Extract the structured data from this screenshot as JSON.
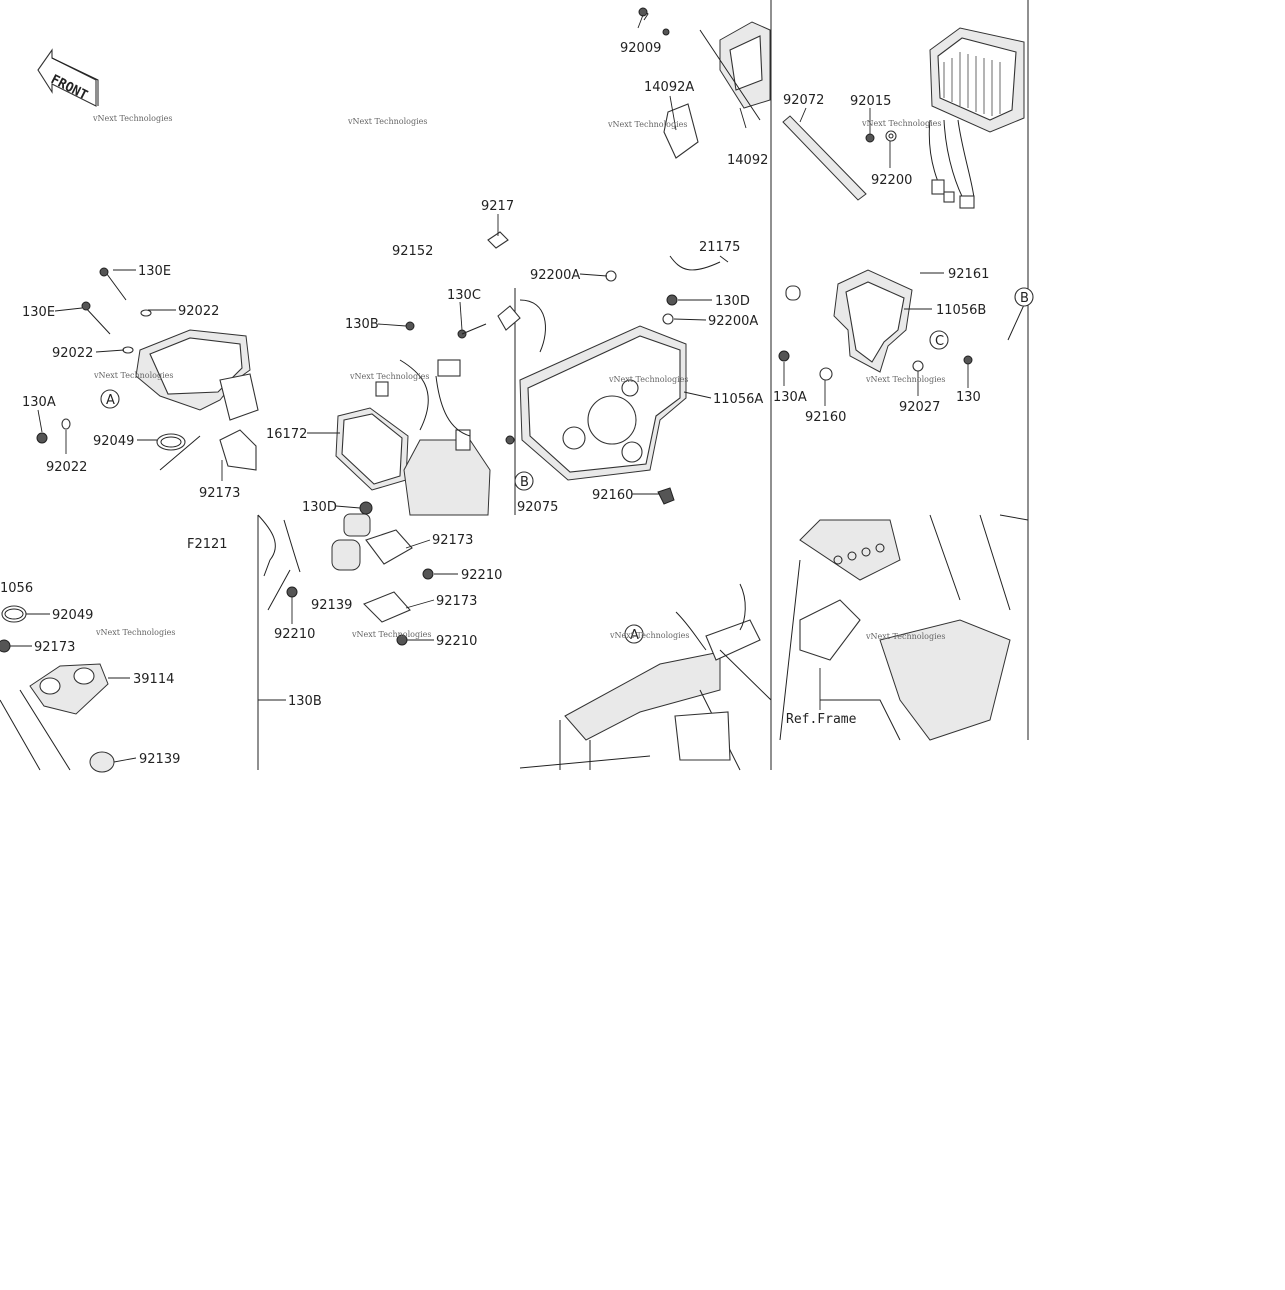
{
  "diagram": {
    "front_label": "FRONT",
    "figure_code": "F2121",
    "ref_frame_label": "Ref.Frame",
    "watermark_text": "vNext Technologies",
    "callouts": [
      "92009",
      "14092A",
      "14092",
      "92072",
      "92015",
      "92200",
      "9217",
      "92152",
      "21175",
      "92200A",
      "130D",
      "92200A",
      "11056A",
      "130C",
      "130B",
      "16172",
      "92075",
      "92160",
      "130E",
      "130E",
      "92022",
      "92022",
      "130A",
      "92022",
      "92049",
      "92173",
      "92161",
      "11056B",
      "130A",
      "92160",
      "92027",
      "130",
      "130D",
      "92173",
      "92210",
      "92139",
      "92173",
      "92210",
      "92210",
      "1056",
      "92049",
      "92173",
      "39114",
      "92139",
      "130B"
    ],
    "circle_refs": [
      "A",
      "B",
      "C",
      "B",
      "A"
    ]
  }
}
